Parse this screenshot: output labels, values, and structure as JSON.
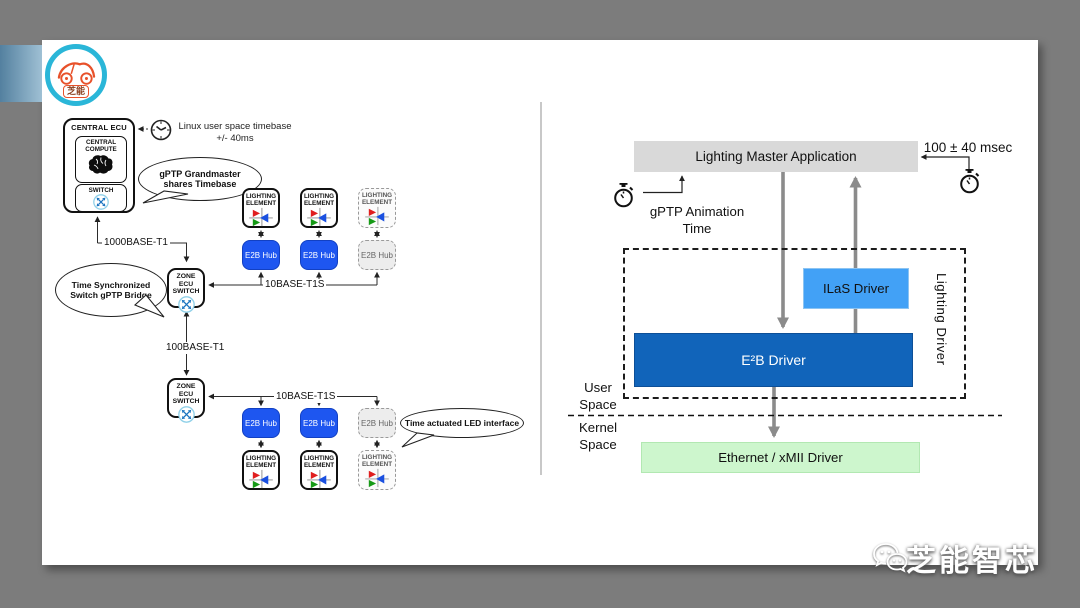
{
  "slide": {
    "logo_text": "芝能",
    "watermark": "芝能智芯"
  },
  "left_diagram": {
    "central_ecu": {
      "title": "CENTRAL ECU",
      "compute_label": "CENTRAL COMPUTE",
      "switch_label": "SWITCH"
    },
    "linux_note": {
      "line1": "Linux user space timebase",
      "line2": "+/- 40ms"
    },
    "bubbles": {
      "grandmaster": "gPTP Grandmaster shares Timebase",
      "sync_switch": "Time Synchronized Switch gPTP Bridge",
      "led": "Time actuated LED interface"
    },
    "zone_ecu_label": "ZONE ECU SWITCH",
    "lighting_element_label": "LIGHTING ELEMENT",
    "e2b_hub_label": "E2B Hub",
    "link_labels": {
      "l1000": "1000BASE-T1",
      "l10_top": "10BASE-T1S",
      "l100": "100BASE-T1",
      "l10_bottom": "10BASE-T1S"
    }
  },
  "right_diagram": {
    "lma": "Lighting Master Application",
    "timing": "100 ± 40 msec",
    "gptp_animation": "gPTP Animation Time",
    "ilas": "ILaS Driver",
    "e2b": "E²B Driver",
    "lighting_driver": "Lighting Driver",
    "user_space": "User Space",
    "kernel_space": "Kernel Space",
    "ethernet": "Ethernet / xMII Driver"
  },
  "colors": {
    "background_gray": "#7c7c7c",
    "e2b_hub_blue": "#1e56f0",
    "ilas_blue": "#42a1f6",
    "e2b_driver_blue": "#1164ba",
    "ethernet_green": "#cdf6cd",
    "lma_gray": "#d9d9d9",
    "arrow_gray": "#8b8b8b",
    "logo_cyan": "#2ab6d8",
    "logo_orange": "#e8512a"
  }
}
